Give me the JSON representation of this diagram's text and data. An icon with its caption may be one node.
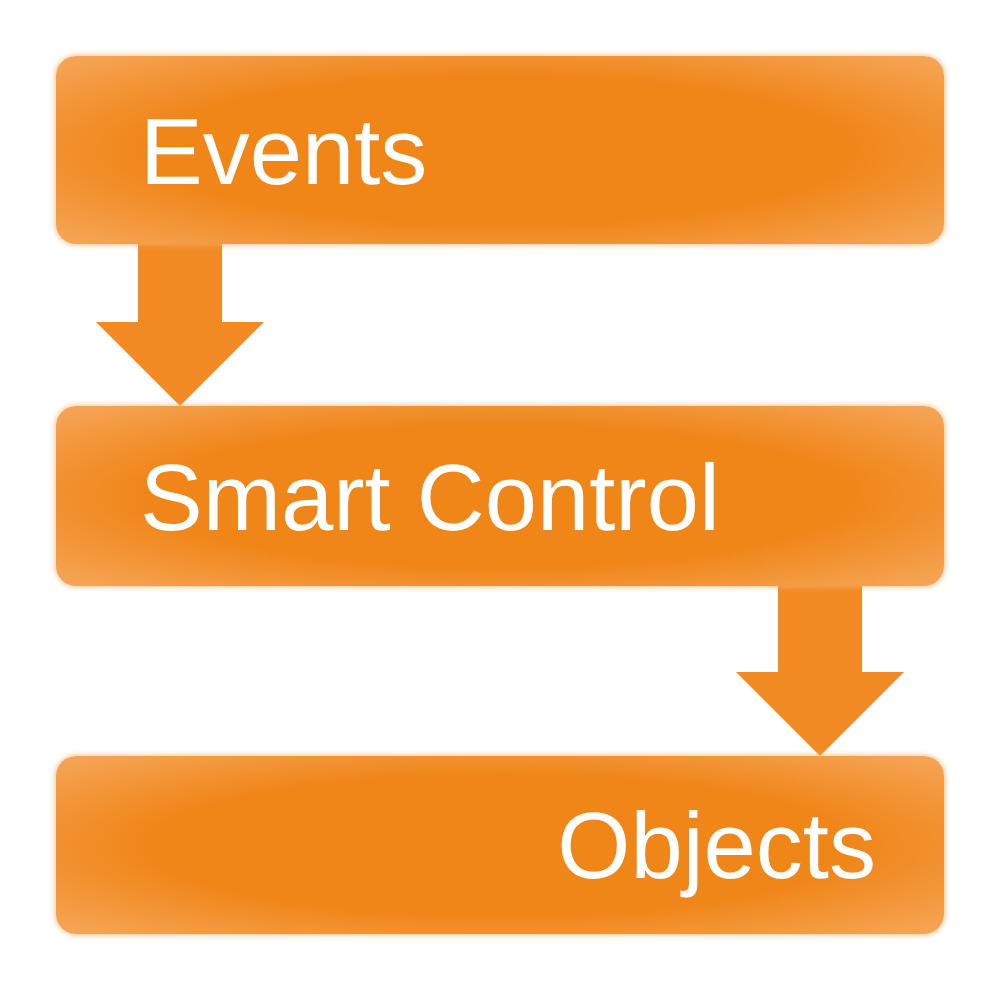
{
  "diagram": {
    "nodes": [
      {
        "text": [
          "Events"
        ]
      },
      {
        "text": [
          "Smart Control"
        ]
      },
      {
        "text": [
          "Objects"
        ]
      }
    ],
    "edges": [
      {
        "from": 0,
        "to": 1,
        "arrow": "to"
      },
      {
        "from": 1,
        "to": 2,
        "arrow": "to"
      }
    ]
  }
}
